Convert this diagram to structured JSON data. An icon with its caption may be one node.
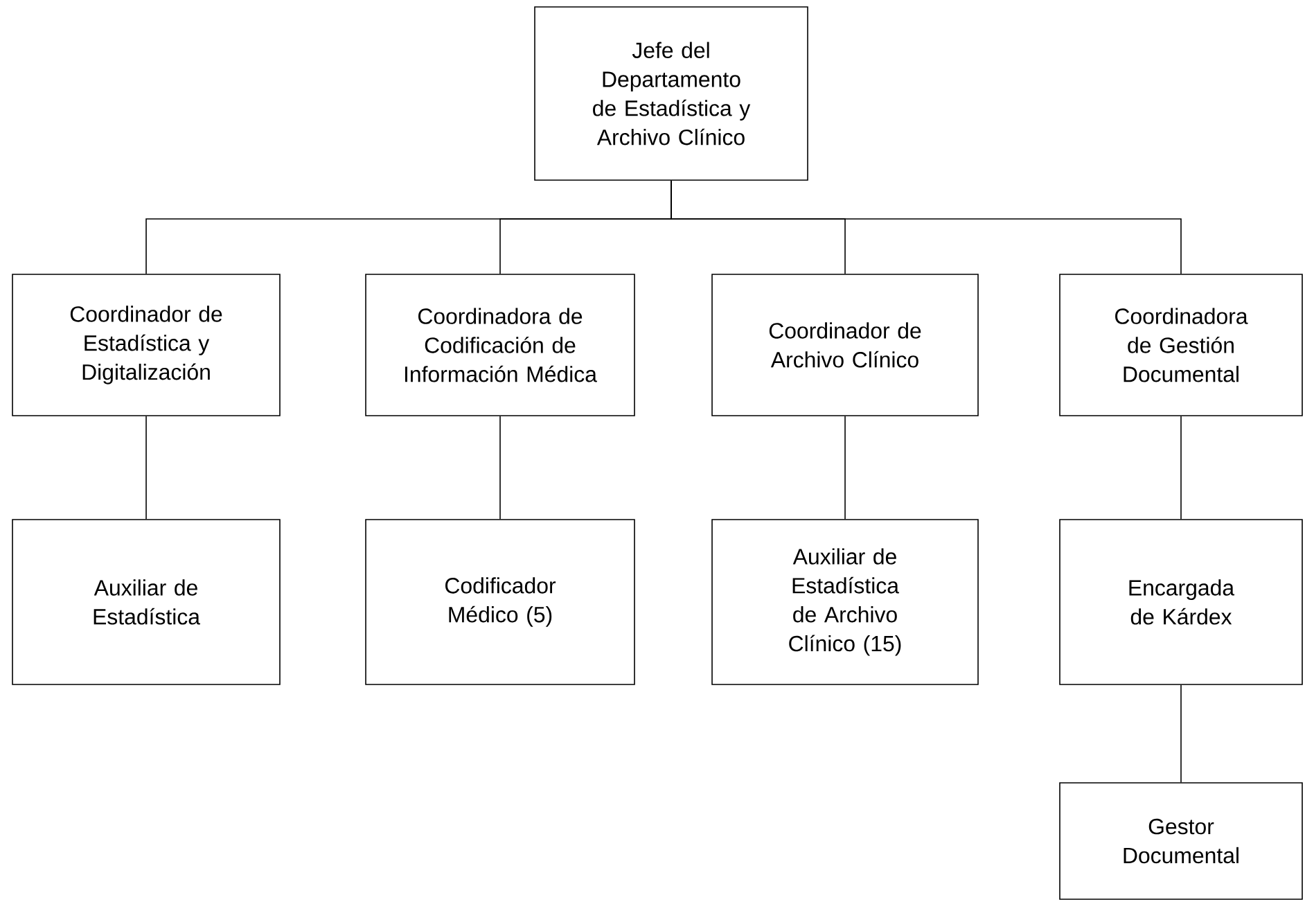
{
  "diagram": {
    "nodes": [
      {
        "text": [
          "Jefe del Departamento de Estadística y Archivo Clínico"
        ]
      },
      {
        "text": [
          "Coordinador de Estadística y Digitalización"
        ]
      },
      {
        "text": [
          "Coordinadora de Codificación de Información Médica"
        ]
      },
      {
        "text": [
          "Coordinador de Archivo Clínico"
        ]
      },
      {
        "text": [
          "Coordinadora de Gestión Documental"
        ]
      },
      {
        "text": [
          "Auxiliar de Estadística"
        ]
      },
      {
        "text": [
          "Codificador Médico (5)"
        ]
      },
      {
        "text": [
          "Auxiliar de Estadística de Archivo Clínico (15)"
        ]
      },
      {
        "text": [
          "Encargada de Kárdex"
        ]
      },
      {
        "text": [
          "Gestor Documental"
        ]
      }
    ],
    "edges": [
      {
        "from": 0,
        "to": 1,
        "arrow": "none"
      },
      {
        "from": 0,
        "to": 2,
        "arrow": "none"
      },
      {
        "from": 0,
        "to": 3,
        "arrow": "none"
      },
      {
        "from": 0,
        "to": 4,
        "arrow": "none"
      },
      {
        "from": 1,
        "to": 5,
        "arrow": "none"
      },
      {
        "from": 2,
        "to": 6,
        "arrow": "none"
      },
      {
        "from": 3,
        "to": 7,
        "arrow": "none"
      },
      {
        "from": 4,
        "to": 8,
        "arrow": "none"
      },
      {
        "from": 8,
        "to": 9,
        "arrow": "none"
      }
    ]
  }
}
